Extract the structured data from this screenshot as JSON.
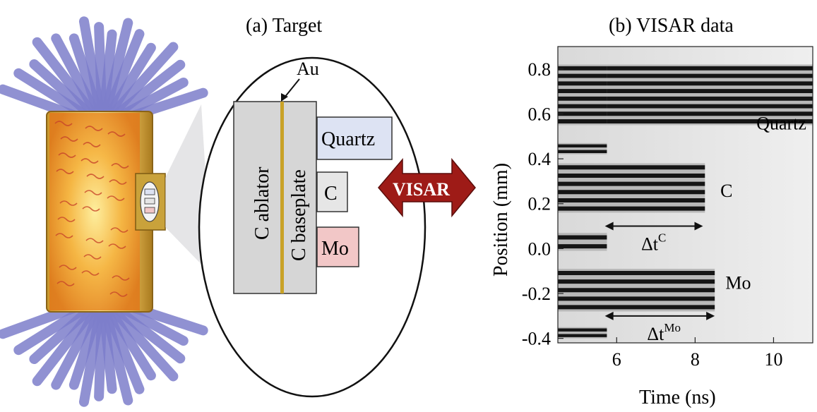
{
  "panels": {
    "a": {
      "title": "(a) Target"
    },
    "b": {
      "title": "(b) VISAR data"
    }
  },
  "target": {
    "au_label": "Au",
    "ablator_label": "C ablator",
    "baseplate_label": "C baseplate",
    "samples": [
      {
        "label": "Quartz",
        "color": "#dde3f3"
      },
      {
        "label": "C",
        "color": "#e6e6e6"
      },
      {
        "label": "Mo",
        "color": "#f2c7c7"
      }
    ],
    "visar_label": "VISAR",
    "colors": {
      "ablator": "#d6d6d6",
      "au_layer": "#c9a227",
      "visar_arrow": "#9e1b17",
      "hohlraum": "#d9b44a",
      "beams": "#7d7ecb",
      "plasma": "#f0a030"
    }
  },
  "visar": {
    "xlabel": "Time (ns)",
    "ylabel": "Position (mm)",
    "xlim": [
      4.5,
      11
    ],
    "ylim": [
      -0.42,
      0.9
    ],
    "xticks": [
      "6",
      "8",
      "10"
    ],
    "xtick_values": [
      6,
      8,
      10
    ],
    "yticks": [
      "0.8",
      "0.6",
      "0.4",
      "0.2",
      "0.0",
      "-0.2",
      "-0.4"
    ],
    "ytick_values": [
      0.8,
      0.6,
      0.4,
      0.2,
      0.0,
      -0.2,
      -0.4
    ],
    "sample_labels": [
      {
        "text": "Quartz",
        "t": 10.2,
        "y": 0.53
      },
      {
        "text": "C",
        "t": 8.8,
        "y": 0.23
      },
      {
        "text": "Mo",
        "t": 9.1,
        "y": -0.18
      }
    ],
    "dt_c": {
      "label": "Δt",
      "sup": "C",
      "t_start": 5.7,
      "t_end": 8.2,
      "y": 0.1
    },
    "dt_mo": {
      "label": "Δt",
      "sup": "Mo",
      "t_start": 5.7,
      "t_end": 8.5,
      "y": -0.3
    },
    "blocks": [
      {
        "name": "quartz",
        "t_start": 5.75,
        "t_end": 11,
        "y_top": 0.82,
        "y_bottom": 0.55
      },
      {
        "name": "c",
        "t_start": 4.5,
        "t_end": 8.25,
        "y_top": 0.38,
        "y_bottom": 0.16
      },
      {
        "name": "mo",
        "t_start": 4.5,
        "t_end": 8.5,
        "y_top": -0.09,
        "y_bottom": -0.28
      },
      {
        "name": "left-upper",
        "t_start": 4.5,
        "t_end": 5.75,
        "y_top": 0.82,
        "y_bottom": 0.55
      },
      {
        "name": "left-gap",
        "t_start": 4.5,
        "t_end": 5.75,
        "y_top": 0.47,
        "y_bottom": 0.42
      },
      {
        "name": "left-lower",
        "t_start": 4.5,
        "t_end": 5.75,
        "y_top": 0.07,
        "y_bottom": -0.01
      },
      {
        "name": "left-bottom",
        "t_start": 4.5,
        "t_end": 5.75,
        "y_top": -0.35,
        "y_bottom": -0.4
      }
    ]
  }
}
